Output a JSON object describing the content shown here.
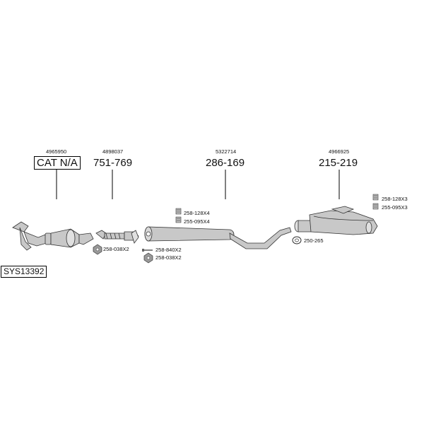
{
  "system_code": "SYS13392",
  "parts": [
    {
      "oe_number": "4965950",
      "part_number": "CAT N/A"
    },
    {
      "oe_number": "4898037",
      "part_number": "751-769"
    },
    {
      "oe_number": "5322714",
      "part_number": "286-169"
    },
    {
      "oe_number": "4966925",
      "part_number": "215-219"
    }
  ],
  "accessories": {
    "front_pipe_nuts": "258-038X2",
    "mid_pipe_bolts": "258-840X2",
    "mid_pipe_nuts": "258-038X2",
    "mid_clamp_a": "258-128X4",
    "mid_clamp_b": "255-095X4",
    "rear_clamp_a": "258-128X3",
    "rear_clamp_b": "255-095X3",
    "rear_hanger": "250-265"
  },
  "colors": {
    "part_fill": "#c8c8c8",
    "part_stroke": "#333333"
  }
}
